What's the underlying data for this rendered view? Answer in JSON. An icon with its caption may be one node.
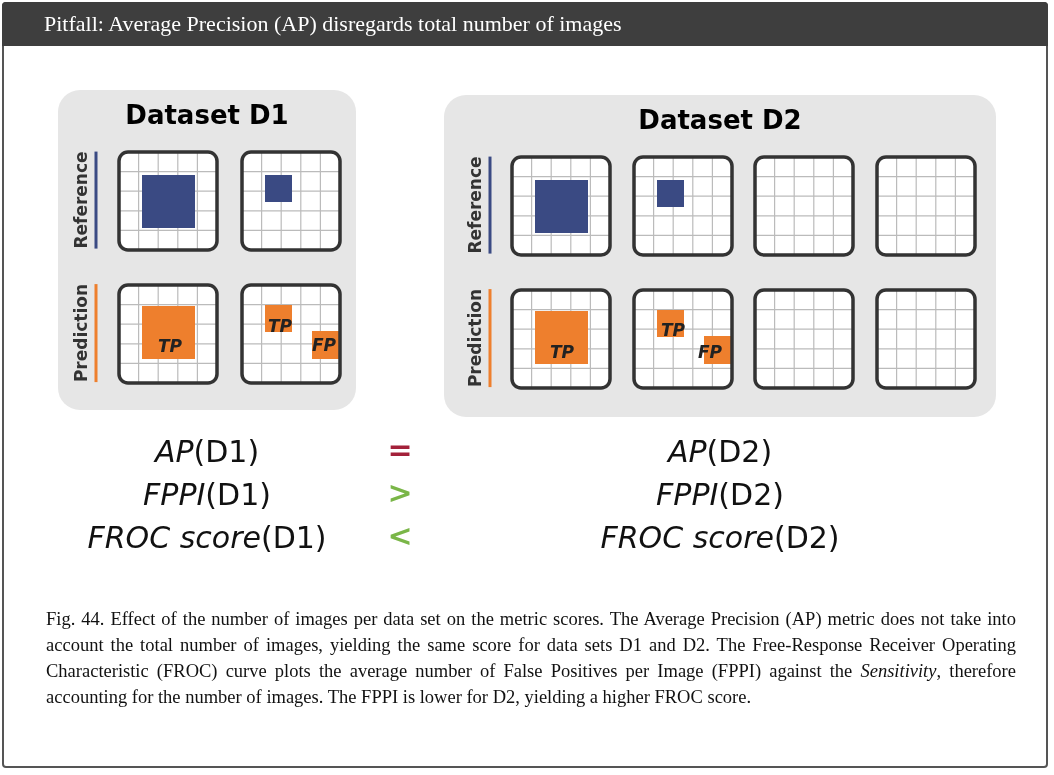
{
  "diagram": {
    "title": "Pitfall: Average Precision (AP) disregards total number of images",
    "nodes": [
      {
        "text": [
          "Dataset D1"
        ]
      },
      {
        "text": [
          "Dataset D2"
        ]
      }
    ],
    "edges": [],
    "labels": [
      "Reference",
      "Prediction",
      "TP",
      "TP",
      "FP",
      "Reference",
      "Prediction",
      "TP",
      "TP",
      "FP",
      "*AP*(D1)",
      "=",
      "*AP*(D2)",
      "*FPPI*(D1)",
      ">",
      "*FPPI*(D2)",
      "*FROC score*(D1)",
      "<",
      "*FROC score*(D2)"
    ],
    "caption": "Fig. 44. Effect of the number of images per data set on the metric scores. The Average Precision (AP) metric does not take into account the total number of images, yielding the same score for data sets D1 and D2. The Free-Response Receiver Operating Characteristic (FROC) curve plots the average number of False Positives per Image (FPPI) against the *Sensitivity*, therefore accounting for the number of images. The FPPI is lower for D2, yielding a higher FROC score."
  }
}
